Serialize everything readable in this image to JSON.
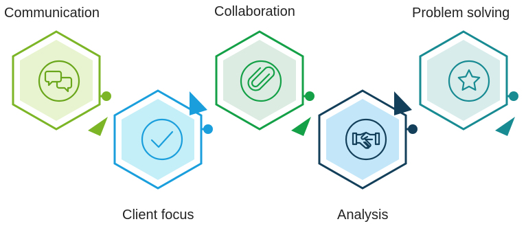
{
  "steps": [
    {
      "label": "Communication",
      "icon": "speech-bubbles-icon",
      "stroke": "#7cb526",
      "fill": "#e8f4cf",
      "icon_color": "#6aa61b"
    },
    {
      "label": "Client focus",
      "icon": "checkmark-icon",
      "stroke": "#1a9fdc",
      "fill": "#c4eef8",
      "icon_color": "#1a9fdc"
    },
    {
      "label": "Collaboration",
      "icon": "paperclip-icon",
      "stroke": "#14a047",
      "fill": "#dcece2",
      "icon_color": "#14a047"
    },
    {
      "label": "Analysis",
      "icon": "handshake-icon",
      "stroke": "#133f5a",
      "fill": "#c3e6f8",
      "icon_color": "#133f5a"
    },
    {
      "label": "Problem solving",
      "icon": "star-icon",
      "stroke": "#178a92",
      "fill": "#d9ecec",
      "icon_color": "#178a92"
    }
  ]
}
